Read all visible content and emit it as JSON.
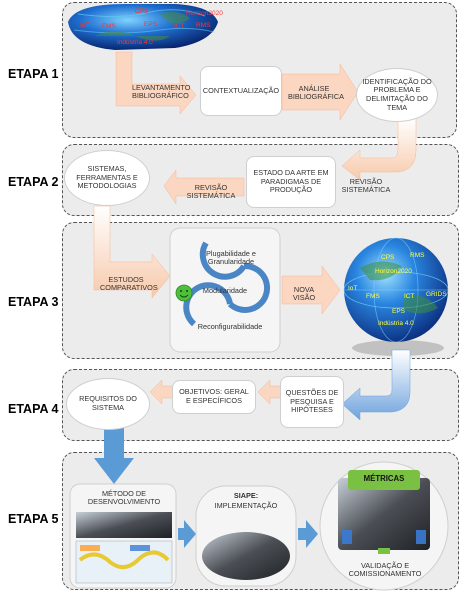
{
  "stages": [
    {
      "label": "ETAPA 1"
    },
    {
      "label": "ETAPA 2"
    },
    {
      "label": "ETAPA 3"
    },
    {
      "label": "ETAPA 4"
    },
    {
      "label": "ETAPA 5"
    }
  ],
  "globe1_labels": [
    "Horizon2020",
    "CPS",
    "FMS",
    "EPS",
    "ICT",
    "RMS",
    "IoT",
    "Indústria 4.0"
  ],
  "etapa1": {
    "levantamento": "LEVANTAMENTO BIBLIOGRÁFICO",
    "contextualizacao": "CONTEXTUALIZAÇÃO",
    "analise": "ANÁLISE BIBLIOGRÁFICA",
    "identificacao": "IDENTIFICAÇÃO DO PROBLEMA E DELIMITAÇÃO DO TEMA"
  },
  "etapa2": {
    "revisao_sistematica_right": "REVISÃO SISTEMÁTICA",
    "estado_arte": "ESTADO DA ARTE EM PARADIGMAS DE PRODUÇÃO",
    "revisao_sistematica_mid": "REVISÃO SISTEMÁTICA",
    "sistemas": "SISTEMAS, FERRAMENTAS E METODOLOGIAS"
  },
  "etapa3": {
    "estudos": "ESTUDOS COMPARATIVOS",
    "plugabilidade": "Plugabilidade e Granularidade",
    "modularidade": "Modularidade",
    "reconfigurabilidade": "Reconfigurabilidade",
    "nova_visao": "NOVA VISÃO",
    "globe2_labels": [
      "CPS",
      "RMS",
      "Horizon2020",
      "IoT",
      "FMS",
      "ICT",
      "GRIDS",
      "EPS",
      "Indústria 4.0"
    ]
  },
  "etapa4": {
    "questoes": "QUESTÕES DE PESQUISA E HIPÓTESES",
    "objetivos": "OBJETIVOS: GERAL E ESPECÍFICOS",
    "requisitos": "REQUISITOS DO SISTEMA"
  },
  "etapa5": {
    "metodo": "MÉTODO DE DESENVOLVIMENTO",
    "siape_title": "SIAPE:",
    "siape_sub": "IMPLEMENTAÇÃO",
    "metricas": "MÉTRICAS",
    "validacao": "VALIDAÇÃO E COMISSIONAMENTO"
  },
  "colors": {
    "stage_bg": "#ececec",
    "peach_arrow": "#fbd6c0",
    "blue_arrow": "#5b9bd5",
    "metricas_green": "#7ac143",
    "smiley": "#4cbf3b"
  }
}
